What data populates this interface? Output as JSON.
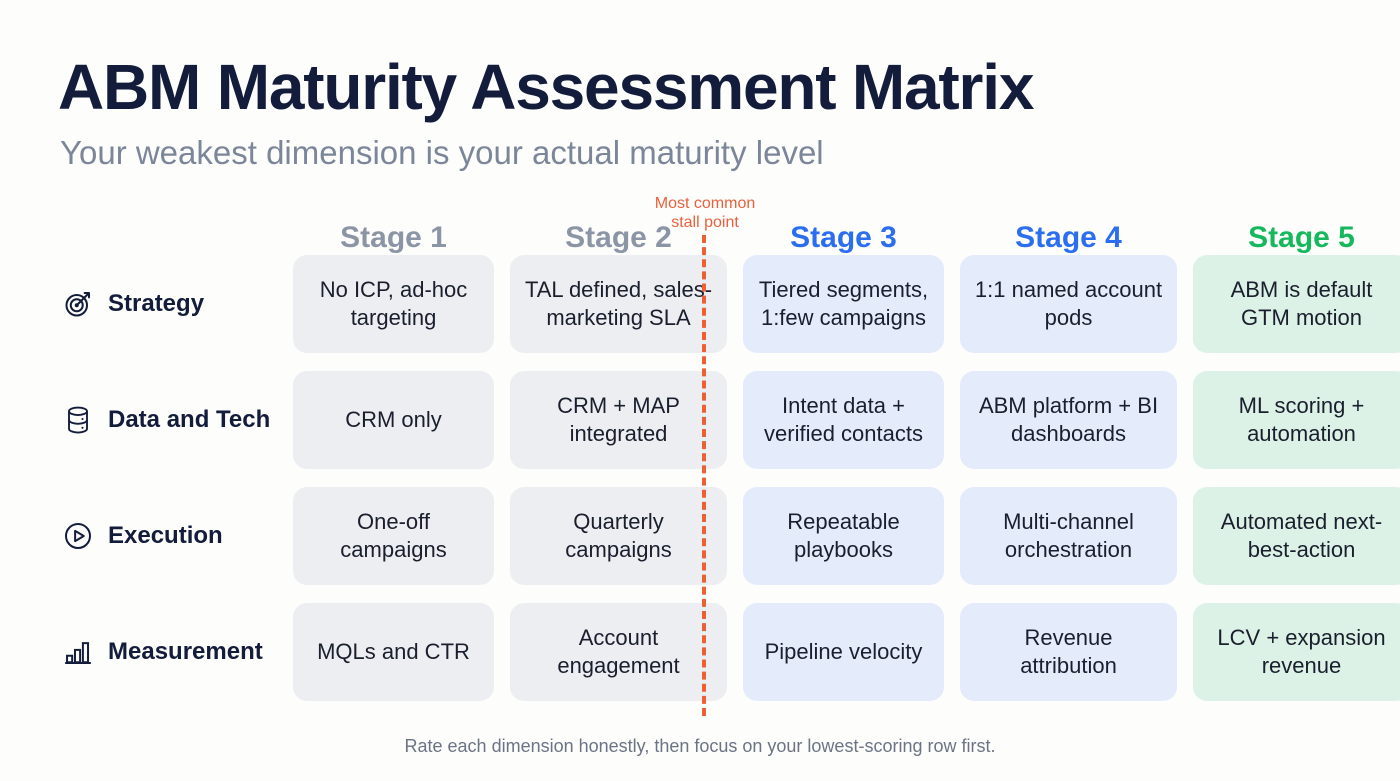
{
  "header": {
    "title": "ABM Maturity Assessment Matrix",
    "subtitle": "Your weakest dimension is your actual maturity level"
  },
  "annotation": {
    "stall_line1": "Most common",
    "stall_line2": "stall point",
    "color": "#ef5f36"
  },
  "colors": {
    "background": "#fdfdfb",
    "title": "#131c3a",
    "subtitle": "#7c8699",
    "stage_muted": "#8c95a6",
    "stage_blue": "#2b6ef0",
    "stage_green": "#16b85e",
    "cell_grey": "#edeef2",
    "cell_blue": "#e4ecfc",
    "cell_green": "#ddf2e6",
    "footer": "#6b7485"
  },
  "stages": [
    {
      "label": "Stage 1",
      "tone": "muted"
    },
    {
      "label": "Stage 2",
      "tone": "muted"
    },
    {
      "label": "Stage 3",
      "tone": "blue"
    },
    {
      "label": "Stage 4",
      "tone": "blue"
    },
    {
      "label": "Stage 5",
      "tone": "green"
    }
  ],
  "rows": [
    {
      "label": "Strategy",
      "icon": "target-icon",
      "cells": [
        {
          "text": "No ICP, ad-hoc targeting",
          "tone": "grey"
        },
        {
          "text": "TAL defined, sales-marketing SLA",
          "tone": "grey"
        },
        {
          "text": "Tiered segments, 1:few campaigns",
          "tone": "blue"
        },
        {
          "text": "1:1 named account pods",
          "tone": "blue"
        },
        {
          "text": "ABM is default GTM motion",
          "tone": "green"
        }
      ]
    },
    {
      "label": "Data and Tech",
      "icon": "database-icon",
      "cells": [
        {
          "text": "CRM only",
          "tone": "grey"
        },
        {
          "text": "CRM + MAP integrated",
          "tone": "grey"
        },
        {
          "text": "Intent data + verified contacts",
          "tone": "blue"
        },
        {
          "text": "ABM platform + BI dashboards",
          "tone": "blue"
        },
        {
          "text": "ML scoring + automation",
          "tone": "green"
        }
      ]
    },
    {
      "label": "Execution",
      "icon": "play-circle-icon",
      "cells": [
        {
          "text": "One-off campaigns",
          "tone": "grey"
        },
        {
          "text": "Quarterly campaigns",
          "tone": "grey"
        },
        {
          "text": "Repeatable playbooks",
          "tone": "blue"
        },
        {
          "text": "Multi-channel orchestration",
          "tone": "blue"
        },
        {
          "text": "Automated next-best-action",
          "tone": "green"
        }
      ]
    },
    {
      "label": "Measurement",
      "icon": "bar-chart-icon",
      "cells": [
        {
          "text": "MQLs and CTR",
          "tone": "grey"
        },
        {
          "text": "Account engagement",
          "tone": "grey"
        },
        {
          "text": "Pipeline velocity",
          "tone": "blue"
        },
        {
          "text": "Revenue attribution",
          "tone": "blue"
        },
        {
          "text": "LCV + expansion revenue",
          "tone": "green"
        }
      ]
    }
  ],
  "footer": {
    "note": "Rate each dimension honestly, then focus on your lowest-scoring row first."
  }
}
